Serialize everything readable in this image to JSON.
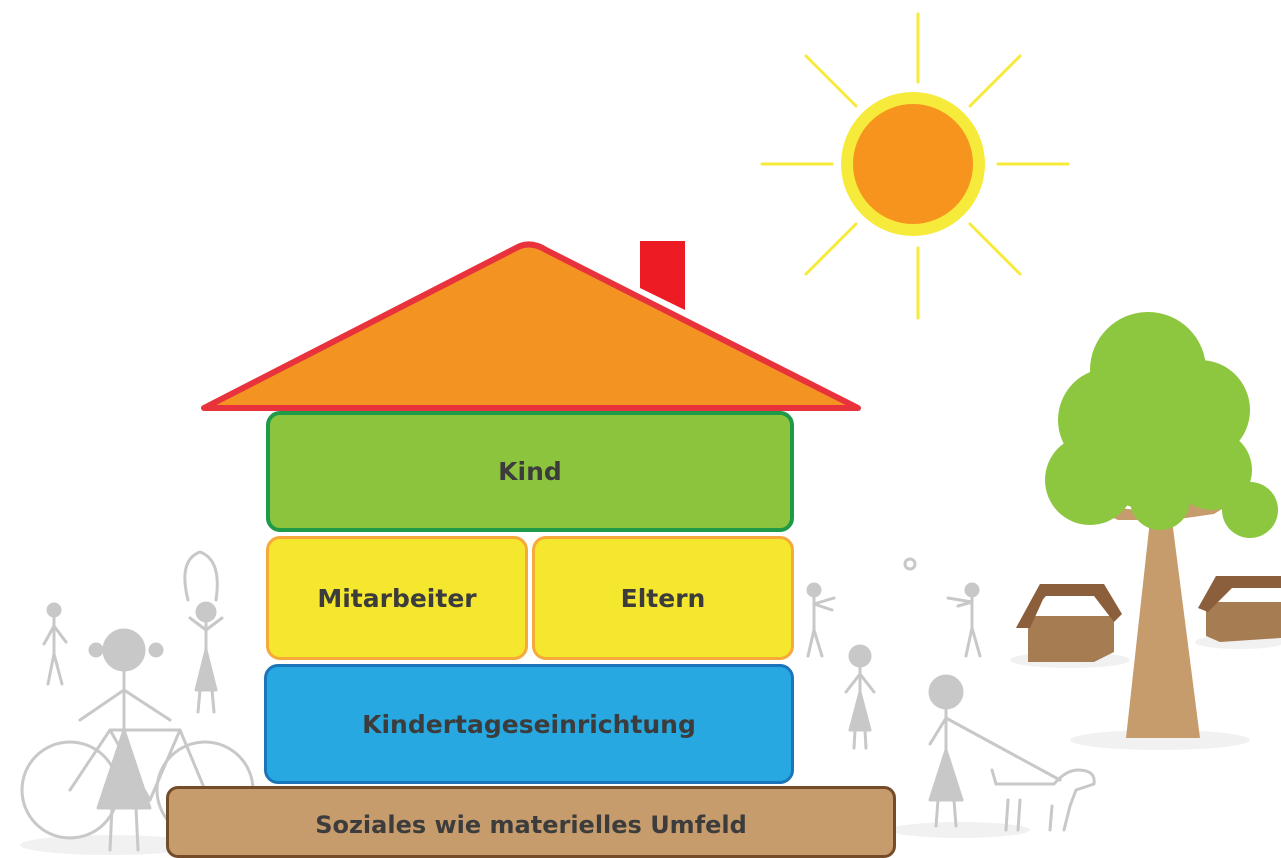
{
  "house": {
    "roof_fill": "#f39322",
    "roof_stroke": "#e8323c",
    "chimney": "#ed1c24"
  },
  "blocks": {
    "kind": {
      "label": "Kind",
      "fill": "#8cc43e",
      "border": "#1f9a48"
    },
    "mitarbeiter": {
      "label": "Mitarbeiter",
      "fill": "#f4e72e",
      "border": "#f7a93a"
    },
    "eltern": {
      "label": "Eltern",
      "fill": "#f4e72e",
      "border": "#f7a93a"
    },
    "kita": {
      "label": "Kindertageseinrichtung",
      "fill": "#27a8e0",
      "border": "#1b75bb"
    },
    "umfeld": {
      "label": "Soziales wie materielles Umfeld",
      "fill": "#c69c6d",
      "border": "#754c29"
    }
  },
  "scenery": {
    "sun_core": "#f7941d",
    "sun_ring": "#f6eb3a",
    "tree_foliage": "#8dc63f",
    "tree_trunk": "#c69c6d",
    "hut_roof": "#8b5e3c",
    "hut_wall": "#a67c52",
    "figures": "#c8c8c8"
  }
}
